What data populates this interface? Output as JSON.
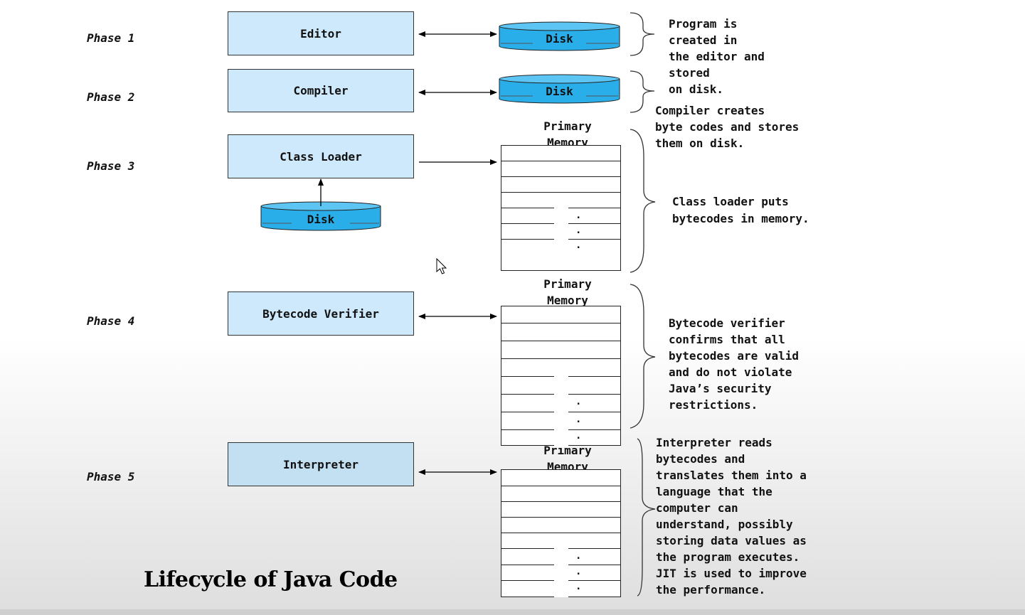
{
  "title": "Lifecycle of Java Code",
  "phases": [
    {
      "label": "Phase 1",
      "box": "Editor",
      "disk": "Disk",
      "description": "Program is\ncreated in\nthe editor and\nstored\non disk."
    },
    {
      "label": "Phase 2",
      "box": "Compiler",
      "disk": "Disk",
      "description": "Compiler creates\nbyte codes and stores\nthem on disk."
    },
    {
      "label": "Phase 3",
      "box": "Class Loader",
      "disk": "Disk",
      "memory_label": "Primary\nMemory",
      "description": "Class loader puts\nbytecodes in memory."
    },
    {
      "label": "Phase 4",
      "box": "Bytecode Verifier",
      "memory_label": "Primary\nMemory",
      "description": "Bytecode verifier\nconfirms that all\nbytecodes are valid\nand do not violate\nJava’s security\nrestrictions."
    },
    {
      "label": "Phase 5",
      "box": "Interpreter",
      "memory_label": "Primary\nMemory",
      "description": "Interpreter reads\nbytecodes and\ntranslates them into a\nlanguage that the\ncomputer can\nunderstand, possibly\nstoring data values as\nthe program executes.\nJIT is used to improve\nthe performance."
    }
  ],
  "colors": {
    "box_fill": "#cde9fb",
    "disk_fill": "#29aee9",
    "disk_top": "#5cc5f3"
  },
  "icons": {
    "cursor": "mouse-pointer-icon"
  }
}
